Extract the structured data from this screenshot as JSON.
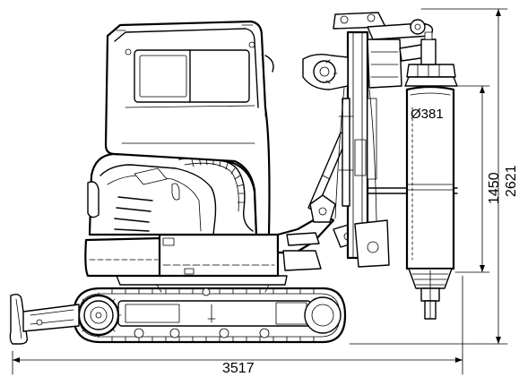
{
  "dimensions": {
    "overall_length": "3517",
    "overall_height": "2621",
    "casing_length": "1450",
    "casing_diameter": "Ø381"
  }
}
